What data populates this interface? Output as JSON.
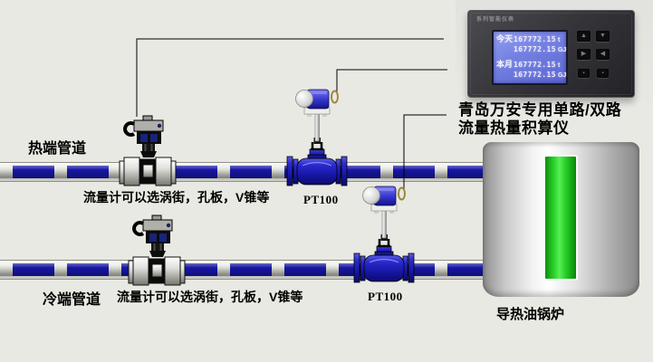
{
  "labels": {
    "hot_pipe": "热端管道",
    "cold_pipe": "冷端管道",
    "flow_note_top": "流量计可以选涡街，孔板，V锥等",
    "flow_note_bottom": "流量计可以选涡街，孔板，V锥等",
    "pt100_top": "PT100",
    "pt100_bottom": "PT100",
    "boiler": "导热油锅炉",
    "caption_line1": "青岛万安专用单路/双路",
    "caption_line2": "流量热量积算仪"
  },
  "device": {
    "brand_text": "系列智能仪表",
    "lcd_rows": [
      {
        "label": "今天",
        "value": "167772.15",
        "unit": "t"
      },
      {
        "label": "",
        "value": "167772.15",
        "unit": "GJ"
      },
      {
        "label": "本月",
        "value": "167772.15",
        "unit": "t"
      },
      {
        "label": "",
        "value": "167772.15",
        "unit": "GJ"
      }
    ],
    "buttons": [
      "▲",
      "▼",
      "▶",
      "◀",
      "▪",
      "▪"
    ]
  },
  "colors": {
    "background": "#e9e9e3",
    "pipe_blue": "#1616a4",
    "tee_blue": "#2424c0",
    "lcd_blue": "#7481e2",
    "level_green": "#2ed62e",
    "device_body": "#3a3a3e"
  }
}
